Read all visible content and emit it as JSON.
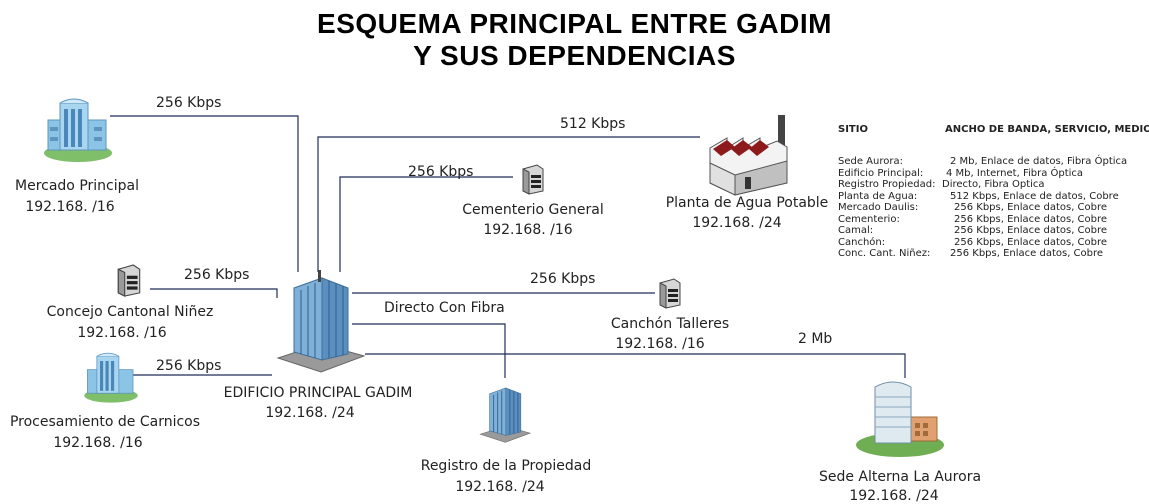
{
  "title": {
    "line1": "ESQUEMA PRINCIPAL ENTRE GADIM",
    "line2": "Y SUS DEPENDENCIAS"
  },
  "links": {
    "mercado": "256 Kbps",
    "planta": "512 Kbps",
    "cementerio": "256 Kbps",
    "concejo": "256 Kbps",
    "canchon": "256 Kbps",
    "registro": "Directo Con Fibra",
    "procesamiento": "256 Kbps",
    "sede": "2 Mb"
  },
  "nodes": {
    "mercado": {
      "name": "Mercado Principal",
      "ip": "192.168.    /16"
    },
    "cementerio": {
      "name": "Cementerio General",
      "ip": "192.168.    /16"
    },
    "planta": {
      "name": "Planta de Agua Potable",
      "ip": "192.168.    /24"
    },
    "concejo": {
      "name": "Concejo Cantonal Niñez",
      "ip": "192.168.    /16"
    },
    "canchon": {
      "name": "Canchón Talleres",
      "ip": "192.168.    /16"
    },
    "edificio": {
      "name": "EDIFICIO PRINCIPAL GADIM",
      "ip": "192.168.    /24"
    },
    "procesamiento": {
      "name": "Procesamiento de Carnicos",
      "ip": "192.168.    /16"
    },
    "registro": {
      "name": "Registro de la Propiedad",
      "ip": "192.168.    /24"
    },
    "sede": {
      "name": "Sede Alterna La Aurora",
      "ip": "192.168.    /24"
    }
  },
  "legend": {
    "col1_header": "SITIO",
    "col2_header": "ANCHO DE BANDA, SERVICIO, MEDIO",
    "rows": [
      {
        "site": "Sede Aurora:",
        "detail": "2 Mb, Enlace de datos, Fibra Óptica"
      },
      {
        "site": "Edificio Principal:",
        "detail": "4 Mb, Internet, Fibra Óptica"
      },
      {
        "site": "Registro Propiedad:",
        "detail": "Directo, Fibra Optica"
      },
      {
        "site": "Planta de Agua:",
        "detail": "512 Kbps, Enlace de datos, Cobre"
      },
      {
        "site": "Mercado Daulis:",
        "detail": "256 Kbps, Enlace datos, Cobre"
      },
      {
        "site": "Cementerio:",
        "detail": "256 Kbps, Enlace datos, Cobre"
      },
      {
        "site": "Camal:",
        "detail": "256 Kbps, Enlace datos, Cobre"
      },
      {
        "site": "Canchón:",
        "detail": "256 Kbps, Enlace datos, Cobre"
      },
      {
        "site": "Conc. Cant. Niñez:",
        "detail": "256 Kbps, Enlace datos, Cobre"
      }
    ]
  },
  "colors": {
    "line": "#1f2d5c",
    "building_blue": "#6aa9d8",
    "factory_red": "#8e1b1b"
  }
}
